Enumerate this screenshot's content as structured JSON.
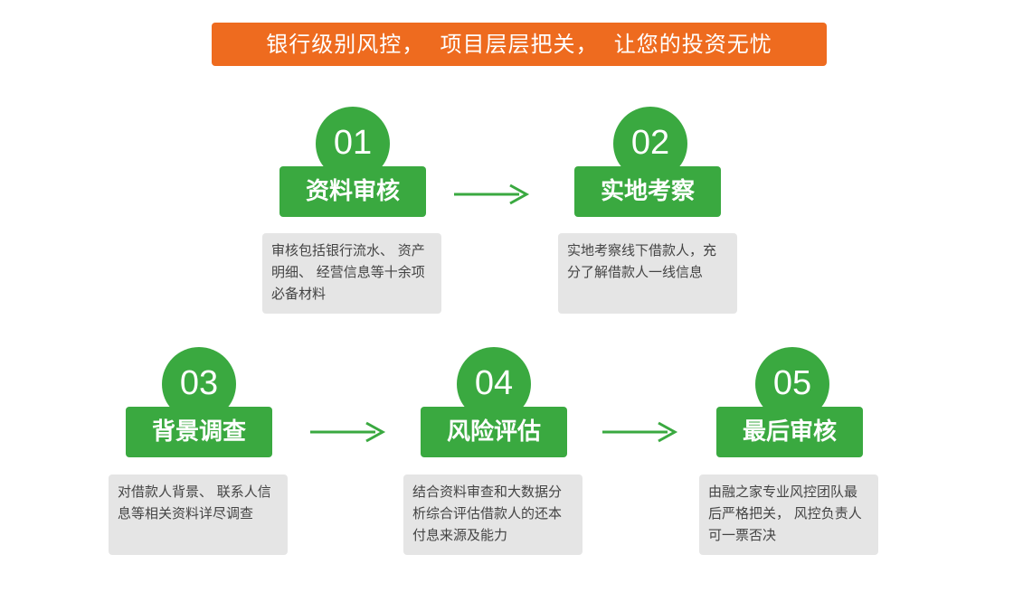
{
  "banner": {
    "text": "银行级别风控，  项目层层把关，  让您的投资无忧"
  },
  "steps": [
    {
      "number": "01",
      "title": "资料审核",
      "description": "审核包括银行流水、 资产明细、 经营信息等十余项必备材料"
    },
    {
      "number": "02",
      "title": "实地考察",
      "description": "实地考察线下借款人，充分了解借款人一线信息"
    },
    {
      "number": "03",
      "title": "背景调查",
      "description": "对借款人背景、 联系人信息等相关资料详尽调查"
    },
    {
      "number": "04",
      "title": "风险评估",
      "description": "结合资料审查和大数据分析综合评估借款人的还本付息来源及能力"
    },
    {
      "number": "05",
      "title": "最后审核",
      "description": "由融之家专业风控团队最后严格把关， 风控负责人可一票否决"
    }
  ],
  "colors": {
    "banner": "#ee6b1f",
    "accent_green": "#3aa940",
    "desc_bg": "#e5e5e5"
  },
  "icons": {
    "connector": "right-arrow-icon"
  }
}
